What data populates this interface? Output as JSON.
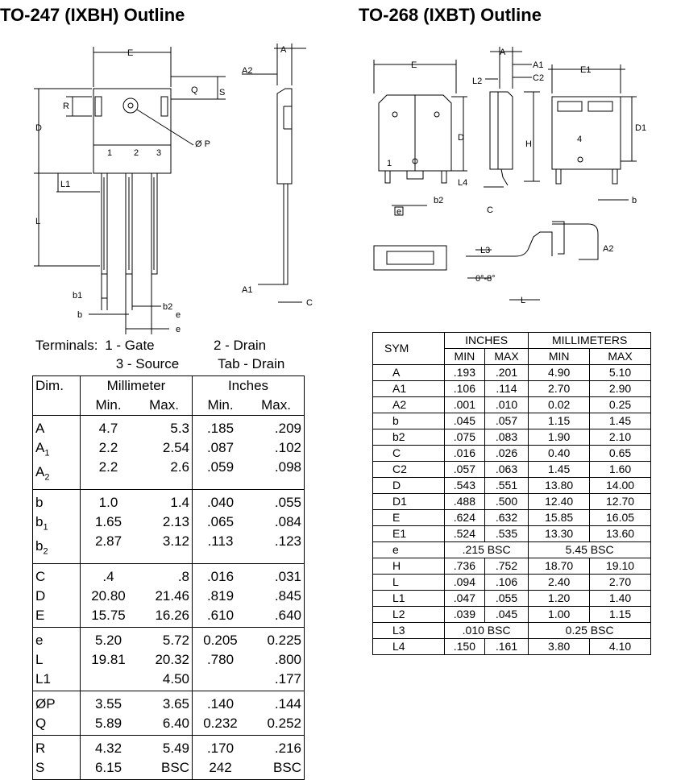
{
  "titles": {
    "left": "TO-247 (IXBH) Outline",
    "right": "TO-268 (IXBT) Outline"
  },
  "to247_drawing_labels": {
    "E": "E",
    "A": "A",
    "A2": "A2",
    "Q": "Q",
    "S": "S",
    "R": "R",
    "D": "D",
    "P": "Ø P",
    "pin1": "1",
    "pin2": "2",
    "pin3": "3",
    "L1": "L1",
    "L": "L",
    "A1": "A1",
    "C": "C",
    "b1": "b1",
    "b": "b",
    "b2": "b2",
    "e1": "e",
    "e2": "e"
  },
  "to268_drawing_labels": {
    "A": "A",
    "A1": "A1",
    "C2": "C2",
    "E": "E",
    "E1": "E1",
    "L2": "L2",
    "D": "D",
    "D1": "D1",
    "H": "H",
    "L4": "L4",
    "b2": "b2",
    "e": "e",
    "C": "C",
    "b": "b",
    "tab4": "4",
    "L3": "L3",
    "angle": "0°-8°",
    "L": "L",
    "A2": "A2",
    "pin1": "1"
  },
  "terminals": {
    "label": "Terminals:",
    "t1": "1 - Gate",
    "t2": "2 - Drain",
    "t3": "3 - Source",
    "tab": "Tab - Drain"
  },
  "to247_table": {
    "h_dim": "Dim.",
    "h_mm": "Millimeter",
    "h_in": "Inches",
    "h_min": "Min.",
    "h_max": "Max.",
    "groups": [
      [
        {
          "dim": "A",
          "sub": "",
          "mm_min": "4.7",
          "mm_max": "5.3",
          "in_min": ".185",
          "in_max": ".209"
        },
        {
          "dim": "A",
          "sub": "1",
          "mm_min": "2.2",
          "mm_max": "2.54",
          "in_min": ".087",
          "in_max": ".102"
        },
        {
          "dim": "A",
          "sub": "2",
          "mm_min": "2.2",
          "mm_max": "2.6",
          "in_min": ".059",
          "in_max": ".098"
        }
      ],
      [
        {
          "dim": "b",
          "sub": "",
          "mm_min": "1.0",
          "mm_max": "1.4",
          "in_min": ".040",
          "in_max": ".055"
        },
        {
          "dim": "b",
          "sub": "1",
          "mm_min": "1.65",
          "mm_max": "2.13",
          "in_min": ".065",
          "in_max": ".084"
        },
        {
          "dim": "b",
          "sub": "2",
          "mm_min": "2.87",
          "mm_max": "3.12",
          "in_min": ".113",
          "in_max": ".123"
        }
      ],
      [
        {
          "dim": "C",
          "sub": "",
          "mm_min": ".4",
          "mm_max": ".8",
          "in_min": ".016",
          "in_max": ".031"
        },
        {
          "dim": "D",
          "sub": "",
          "mm_min": "20.80",
          "mm_max": "21.46",
          "in_min": ".819",
          "in_max": ".845"
        },
        {
          "dim": "E",
          "sub": "",
          "mm_min": "15.75",
          "mm_max": "16.26",
          "in_min": ".610",
          "in_max": ".640"
        }
      ],
      [
        {
          "dim": "e",
          "sub": "",
          "mm_min": "5.20",
          "mm_max": "5.72",
          "in_min": "0.205",
          "in_max": "0.225"
        },
        {
          "dim": "L",
          "sub": "",
          "mm_min": "19.81",
          "mm_max": "20.32",
          "in_min": ".780",
          "in_max": ".800"
        },
        {
          "dim": "L1",
          "sub": "",
          "mm_min": "",
          "mm_max": "4.50",
          "in_min": "",
          "in_max": ".177"
        }
      ],
      [
        {
          "dim": "ØP",
          "sub": "",
          "mm_min": "3.55",
          "mm_max": "3.65",
          "in_min": ".140",
          "in_max": ".144"
        },
        {
          "dim": "Q",
          "sub": "",
          "mm_min": "5.89",
          "mm_max": "6.40",
          "in_min": "0.232",
          "in_max": "0.252"
        }
      ],
      [
        {
          "dim": "R",
          "sub": "",
          "mm_min": "4.32",
          "mm_max": "5.49",
          "in_min": ".170",
          "in_max": ".216"
        },
        {
          "dim": "S",
          "sub": "",
          "mm_min": "6.15",
          "mm_max": "BSC",
          "in_min": "242",
          "in_max": "BSC"
        }
      ]
    ]
  },
  "to268_table": {
    "h_sym": "SYM",
    "h_in": "INCHES",
    "h_mm": "MILLIMETERS",
    "h_min": "MIN",
    "h_max": "MAX",
    "rows": [
      {
        "sym": "A",
        "in_min": ".193",
        "in_max": ".201",
        "mm_min": "4.90",
        "mm_max": "5.10"
      },
      {
        "sym": "A1",
        "in_min": ".106",
        "in_max": ".114",
        "mm_min": "2.70",
        "mm_max": "2.90"
      },
      {
        "sym": "A2",
        "in_min": ".001",
        "in_max": ".010",
        "mm_min": "0.02",
        "mm_max": "0.25"
      },
      {
        "sym": "b",
        "in_min": ".045",
        "in_max": ".057",
        "mm_min": "1.15",
        "mm_max": "1.45"
      },
      {
        "sym": "b2",
        "in_min": ".075",
        "in_max": ".083",
        "mm_min": "1.90",
        "mm_max": "2.10"
      },
      {
        "sym": "C",
        "in_min": ".016",
        "in_max": ".026",
        "mm_min": "0.40",
        "mm_max": "0.65"
      },
      {
        "sym": "C2",
        "in_min": ".057",
        "in_max": ".063",
        "mm_min": "1.45",
        "mm_max": "1.60"
      },
      {
        "sym": "D",
        "in_min": ".543",
        "in_max": ".551",
        "mm_min": "13.80",
        "mm_max": "14.00"
      },
      {
        "sym": "D1",
        "in_min": ".488",
        "in_max": ".500",
        "mm_min": "12.40",
        "mm_max": "12.70"
      },
      {
        "sym": "E",
        "in_min": ".624",
        "in_max": ".632",
        "mm_min": "15.85",
        "mm_max": "16.05"
      },
      {
        "sym": "E1",
        "in_min": ".524",
        "in_max": ".535",
        "mm_min": "13.30",
        "mm_max": "13.60"
      },
      {
        "sym": "e",
        "in_span": ".215 BSC",
        "mm_span": "5.45 BSC"
      },
      {
        "sym": "H",
        "in_min": ".736",
        "in_max": ".752",
        "mm_min": "18.70",
        "mm_max": "19.10"
      },
      {
        "sym": "L",
        "in_min": ".094",
        "in_max": ".106",
        "mm_min": "2.40",
        "mm_max": "2.70"
      },
      {
        "sym": "L1",
        "in_min": ".047",
        "in_max": ".055",
        "mm_min": "1.20",
        "mm_max": "1.40"
      },
      {
        "sym": "L2",
        "in_min": ".039",
        "in_max": ".045",
        "mm_min": "1.00",
        "mm_max": "1.15"
      },
      {
        "sym": "L3",
        "in_span": ".010 BSC",
        "mm_span": "0.25 BSC"
      },
      {
        "sym": "L4",
        "in_min": ".150",
        "in_max": ".161",
        "mm_min": "3.80",
        "mm_max": "4.10"
      }
    ]
  }
}
